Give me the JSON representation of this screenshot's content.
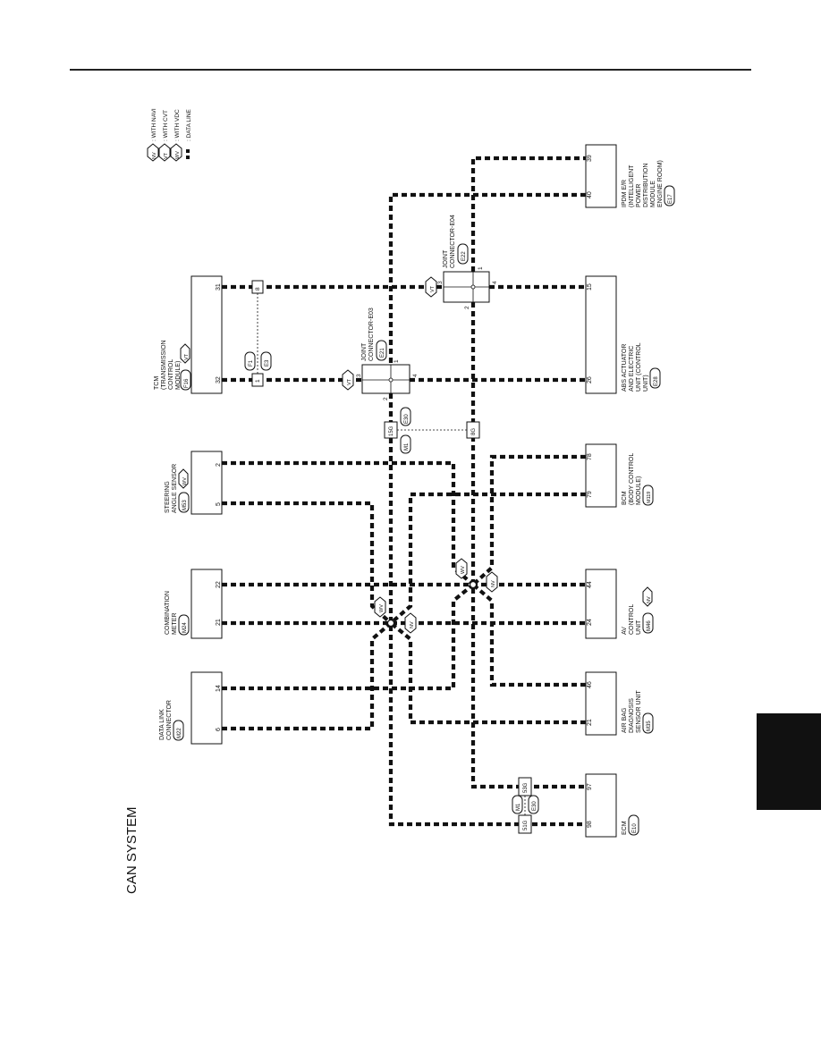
{
  "page": {
    "title": "CAN SYSTEM"
  },
  "legend": [
    {
      "tag": "NV",
      "text": ": WITH NAVI"
    },
    {
      "tag": "VT",
      "text": ": WITH CVT"
    },
    {
      "tag": "WV",
      "text": ": WITH VDC"
    },
    {
      "tag": "",
      "text": ": DATA LINE"
    }
  ],
  "units_left": [
    {
      "id": "data-link-connector",
      "lines": [
        "DATA LINK",
        "CONNECTOR"
      ],
      "code": "M22",
      "pins": [
        "6",
        "14"
      ]
    },
    {
      "id": "combination-meter",
      "lines": [
        "COMBINATION",
        "METER"
      ],
      "code": "M24",
      "pins": [
        "21",
        "22"
      ]
    },
    {
      "id": "steering-angle-sensor",
      "lines": [
        "STEERING",
        "ANGLE SENSOR"
      ],
      "code": "M53",
      "opt": "WV",
      "pins": [
        "5",
        "2"
      ]
    },
    {
      "id": "tcm",
      "lines": [
        "TCM",
        "(TRANSMISSION",
        "CONTROL",
        "MODULE)"
      ],
      "code": "F16",
      "opt": "VT",
      "pins": [
        "32",
        "31"
      ]
    }
  ],
  "units_right": [
    {
      "id": "ecm",
      "lines": [
        "ECM"
      ],
      "code": "E10",
      "pins": [
        "98",
        "97"
      ]
    },
    {
      "id": "airbag",
      "lines": [
        "AIR BAG",
        "DIAGNOSIS",
        "SENSOR UNIT"
      ],
      "code": "M35",
      "pins": [
        "21",
        "46"
      ]
    },
    {
      "id": "av-control-unit",
      "lines": [
        "AV",
        "CONTROL",
        "UNIT"
      ],
      "code": "M46",
      "opt": "NV",
      "pins": [
        "24",
        "44"
      ]
    },
    {
      "id": "bcm",
      "lines": [
        "BCM",
        "(BODY CONTROL",
        "MODULE)"
      ],
      "code": "M119",
      "pins": [
        "79",
        "78"
      ]
    },
    {
      "id": "abs",
      "lines": [
        "ABS ACTUATOR",
        "AND ELECTRIC",
        "UNIT (CONTROL",
        "UNIT)"
      ],
      "code": "E28",
      "pins": [
        "26",
        "15"
      ]
    },
    {
      "id": "ipdm",
      "lines": [
        "IPDM E/R",
        "(INTELLIGENT",
        "POWER",
        "DISTRIBUTION",
        "MODULE",
        "ENGINE ROOM)"
      ],
      "code": "E17",
      "pins": [
        "40",
        "39"
      ]
    }
  ],
  "joint_connectors": [
    {
      "id": "joint-e03",
      "lines": [
        "JOINT",
        "CONNECTOR-E03"
      ],
      "code": "E21",
      "pins": [
        "1",
        "2",
        "3",
        "4"
      ]
    },
    {
      "id": "joint-e04",
      "lines": [
        "JOINT",
        "CONNECTOR-E04"
      ],
      "code": "E22",
      "pins": [
        "1",
        "2",
        "3",
        "4"
      ]
    }
  ],
  "harness_connectors": [
    {
      "id": "f1-e3",
      "codes": [
        "F1",
        "E3"
      ],
      "pins": [
        "1",
        "8"
      ]
    },
    {
      "id": "m1-e30",
      "codes": [
        "M1",
        "E30"
      ],
      "pins": [
        "15G",
        "8G"
      ]
    },
    {
      "id": "m1-e30-ecm",
      "codes": [
        "M1",
        "E30"
      ],
      "pins": [
        "51G",
        "53G"
      ]
    }
  ],
  "option_tags": {
    "nv": "NV",
    "vt": "VT",
    "wv": "WV"
  }
}
